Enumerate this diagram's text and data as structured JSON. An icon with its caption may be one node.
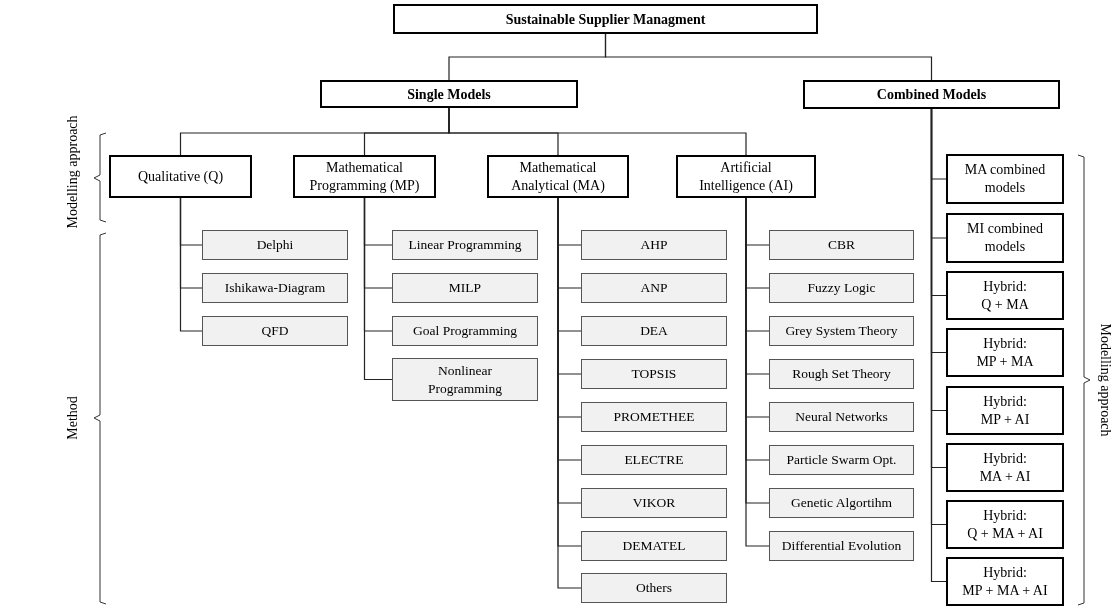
{
  "diagram": {
    "nodes": [
      {
        "text": [
          "Sustainable Supplier Managment"
        ]
      },
      {
        "text": [
          "Single Models"
        ]
      },
      {
        "text": [
          "Combined Models"
        ]
      },
      {
        "text": [
          "Qualitative (Q)"
        ]
      },
      {
        "text": [
          "Mathematical Programming (MP)"
        ]
      },
      {
        "text": [
          "Mathematical Analytical (MA)"
        ]
      },
      {
        "text": [
          "Artificial Intelligence (AI)"
        ]
      },
      {
        "text": [
          "Delphi"
        ]
      },
      {
        "text": [
          "Ishikawa-Diagram"
        ]
      },
      {
        "text": [
          "QFD"
        ]
      },
      {
        "text": [
          "Linear Programming"
        ]
      },
      {
        "text": [
          "MILP"
        ]
      },
      {
        "text": [
          "Goal Programming"
        ]
      },
      {
        "text": [
          "Nonlinear Programming"
        ]
      },
      {
        "text": [
          "AHP"
        ]
      },
      {
        "text": [
          "ANP"
        ]
      },
      {
        "text": [
          "DEA"
        ]
      },
      {
        "text": [
          "TOPSIS"
        ]
      },
      {
        "text": [
          "PROMETHEE"
        ]
      },
      {
        "text": [
          "ELECTRE"
        ]
      },
      {
        "text": [
          "VIKOR"
        ]
      },
      {
        "text": [
          "DEMATEL"
        ]
      },
      {
        "text": [
          "Others"
        ]
      },
      {
        "text": [
          "CBR"
        ]
      },
      {
        "text": [
          "Fuzzy Logic"
        ]
      },
      {
        "text": [
          "Grey System Theory"
        ]
      },
      {
        "text": [
          "Rough Set Theory"
        ]
      },
      {
        "text": [
          "Neural Networks"
        ]
      },
      {
        "text": [
          "Particle Swarm Opt."
        ]
      },
      {
        "text": [
          "Genetic Algortihm"
        ]
      },
      {
        "text": [
          "Differential Evolution"
        ]
      },
      {
        "text": [
          "MA combined models"
        ]
      },
      {
        "text": [
          "MI combined models"
        ]
      },
      {
        "text": [
          "Hybrid:",
          "Q + MA"
        ]
      },
      {
        "text": [
          "Hybrid:",
          "MP + MA"
        ]
      },
      {
        "text": [
          "Hybrid:",
          "MP + AI"
        ]
      },
      {
        "text": [
          "Hybrid:",
          "MA + AI"
        ]
      },
      {
        "text": [
          "Hybrid:",
          "Q + MA + AI"
        ]
      },
      {
        "text": [
          "Hybrid:",
          "MP + MA + AI"
        ]
      }
    ],
    "edges": [
      {
        "from": 0,
        "to": 1,
        "arrow": "none"
      },
      {
        "from": 0,
        "to": 2,
        "arrow": "none"
      },
      {
        "from": 1,
        "to": 3,
        "arrow": "none"
      },
      {
        "from": 1,
        "to": 4,
        "arrow": "none"
      },
      {
        "from": 1,
        "to": 5,
        "arrow": "none"
      },
      {
        "from": 1,
        "to": 6,
        "arrow": "none"
      },
      {
        "from": 3,
        "to": 7,
        "arrow": "none"
      },
      {
        "from": 3,
        "to": 8,
        "arrow": "none"
      },
      {
        "from": 3,
        "to": 9,
        "arrow": "none"
      },
      {
        "from": 4,
        "to": 10,
        "arrow": "none"
      },
      {
        "from": 4,
        "to": 11,
        "arrow": "none"
      },
      {
        "from": 4,
        "to": 12,
        "arrow": "none"
      },
      {
        "from": 4,
        "to": 13,
        "arrow": "none"
      },
      {
        "from": 5,
        "to": 14,
        "arrow": "none"
      },
      {
        "from": 5,
        "to": 15,
        "arrow": "none"
      },
      {
        "from": 5,
        "to": 16,
        "arrow": "none"
      },
      {
        "from": 5,
        "to": 17,
        "arrow": "none"
      },
      {
        "from": 5,
        "to": 18,
        "arrow": "none"
      },
      {
        "from": 5,
        "to": 19,
        "arrow": "none"
      },
      {
        "from": 5,
        "to": 20,
        "arrow": "none"
      },
      {
        "from": 5,
        "to": 21,
        "arrow": "none"
      },
      {
        "from": 5,
        "to": 22,
        "arrow": "none"
      },
      {
        "from": 6,
        "to": 23,
        "arrow": "none"
      },
      {
        "from": 6,
        "to": 24,
        "arrow": "none"
      },
      {
        "from": 6,
        "to": 25,
        "arrow": "none"
      },
      {
        "from": 6,
        "to": 26,
        "arrow": "none"
      },
      {
        "from": 6,
        "to": 27,
        "arrow": "none"
      },
      {
        "from": 6,
        "to": 28,
        "arrow": "none"
      },
      {
        "from": 6,
        "to": 29,
        "arrow": "none"
      },
      {
        "from": 6,
        "to": 30,
        "arrow": "none"
      },
      {
        "from": 2,
        "to": 31,
        "arrow": "none"
      },
      {
        "from": 2,
        "to": 32,
        "arrow": "none"
      },
      {
        "from": 2,
        "to": 33,
        "arrow": "none"
      },
      {
        "from": 2,
        "to": 34,
        "arrow": "none"
      },
      {
        "from": 2,
        "to": 35,
        "arrow": "none"
      },
      {
        "from": 2,
        "to": 36,
        "arrow": "none"
      },
      {
        "from": 2,
        "to": 37,
        "arrow": "none"
      },
      {
        "from": 2,
        "to": 38,
        "arrow": "none"
      }
    ],
    "labels": [
      "Modelling approach",
      "Method",
      "Modelling approach"
    ]
  }
}
